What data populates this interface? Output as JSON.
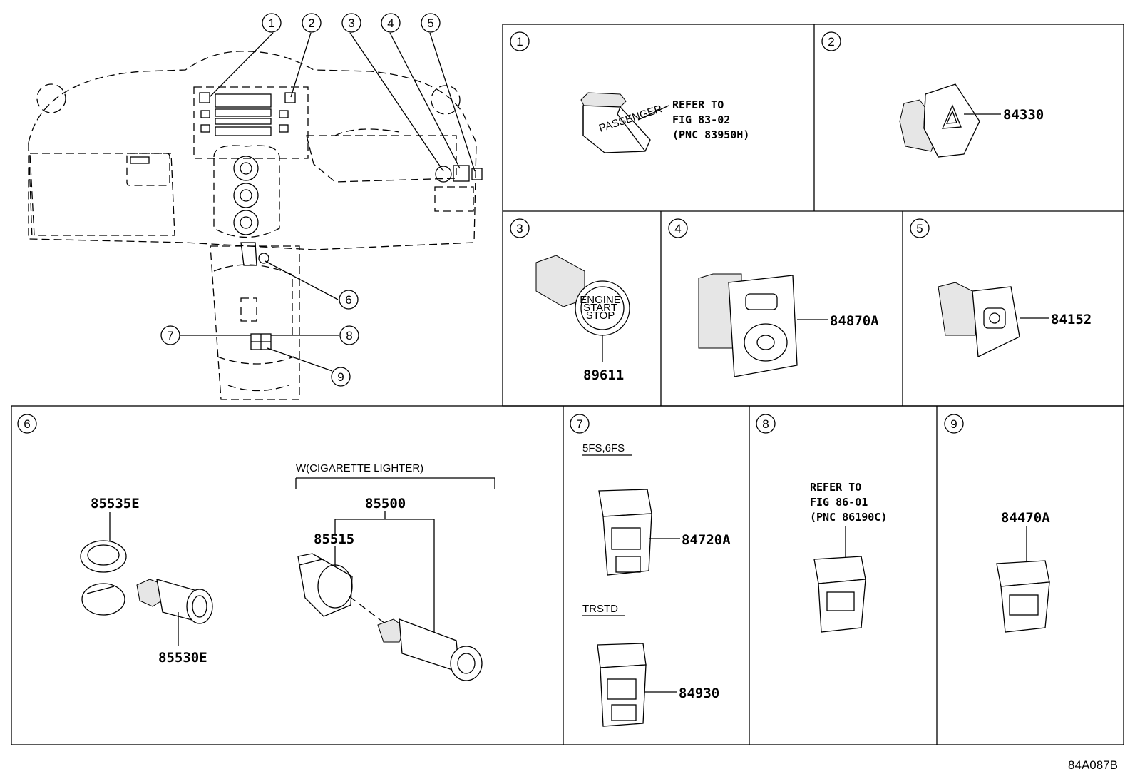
{
  "diagram_code": "84A087B",
  "overview": {
    "callouts": [
      "1",
      "2",
      "3",
      "4",
      "5",
      "6",
      "7",
      "8",
      "9"
    ]
  },
  "panels": {
    "p1": {
      "num": "1",
      "ref": [
        "REFER TO",
        "FIG 83-02",
        "(PNC 83950H)"
      ],
      "switch_text": "PASSENGER"
    },
    "p2": {
      "num": "2",
      "part": "84330"
    },
    "p3": {
      "num": "3",
      "part": "89611",
      "button_text": [
        "ENGINE",
        "START",
        "STOP"
      ]
    },
    "p4": {
      "num": "4",
      "part": "84870A"
    },
    "p5": {
      "num": "5",
      "part": "84152"
    },
    "p6": {
      "num": "6",
      "parts": {
        "p85535e": "85535E",
        "p85530e": "85530E",
        "p85500": "85500",
        "p85515": "85515"
      },
      "group_label": "W(CIGARETTE LIGHTER)"
    },
    "p7": {
      "num": "7",
      "variant_a": "5FS,6FS",
      "part_a": "84720A",
      "variant_b": "TRSTD",
      "part_b": "84930"
    },
    "p8": {
      "num": "8",
      "ref": [
        "REFER TO",
        "FIG 86-01",
        "(PNC 86190C)"
      ]
    },
    "p9": {
      "num": "9",
      "part": "84470A"
    }
  }
}
